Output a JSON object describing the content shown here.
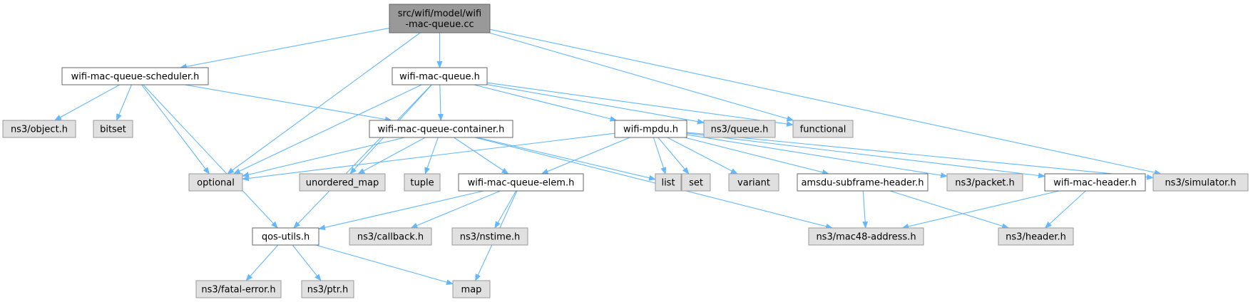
{
  "colors": {
    "edge": "#63b8ff",
    "root_fill": "#999999",
    "root_stroke": "#666666",
    "internal_fill": "#ffffff",
    "internal_stroke": "#666666",
    "external_fill": "#e0e0e0",
    "external_stroke": "#999999"
  },
  "nodes": [
    {
      "id": "root",
      "kind": "root",
      "lines": [
        "src/wifi/model/wifi",
        "-mac-queue.cc"
      ]
    },
    {
      "id": "scheduler",
      "kind": "internal",
      "lines": [
        "wifi-mac-queue-scheduler.h"
      ]
    },
    {
      "id": "queue_h",
      "kind": "internal",
      "lines": [
        "wifi-mac-queue.h"
      ]
    },
    {
      "id": "object",
      "kind": "external",
      "lines": [
        "ns3/object.h"
      ]
    },
    {
      "id": "bitset",
      "kind": "external",
      "lines": [
        "bitset"
      ]
    },
    {
      "id": "container",
      "kind": "internal",
      "lines": [
        "wifi-mac-queue-container.h"
      ]
    },
    {
      "id": "mpdu",
      "kind": "internal",
      "lines": [
        "wifi-mpdu.h"
      ]
    },
    {
      "id": "ns3queue",
      "kind": "external",
      "lines": [
        "ns3/queue.h"
      ]
    },
    {
      "id": "functional",
      "kind": "external",
      "lines": [
        "functional"
      ]
    },
    {
      "id": "optional",
      "kind": "external",
      "lines": [
        "optional"
      ]
    },
    {
      "id": "unordered_map",
      "kind": "external",
      "lines": [
        "unordered_map"
      ]
    },
    {
      "id": "tuple",
      "kind": "external",
      "lines": [
        "tuple"
      ]
    },
    {
      "id": "elem",
      "kind": "internal",
      "lines": [
        "wifi-mac-queue-elem.h"
      ]
    },
    {
      "id": "list",
      "kind": "external",
      "lines": [
        "list"
      ]
    },
    {
      "id": "set",
      "kind": "external",
      "lines": [
        "set"
      ]
    },
    {
      "id": "variant",
      "kind": "external",
      "lines": [
        "variant"
      ]
    },
    {
      "id": "amsdu",
      "kind": "internal",
      "lines": [
        "amsdu-subframe-header.h"
      ]
    },
    {
      "id": "packet",
      "kind": "external",
      "lines": [
        "ns3/packet.h"
      ]
    },
    {
      "id": "macheader",
      "kind": "internal",
      "lines": [
        "wifi-mac-header.h"
      ]
    },
    {
      "id": "simulator",
      "kind": "external",
      "lines": [
        "ns3/simulator.h"
      ]
    },
    {
      "id": "qos",
      "kind": "internal",
      "lines": [
        "qos-utils.h"
      ]
    },
    {
      "id": "callback",
      "kind": "external",
      "lines": [
        "ns3/callback.h"
      ]
    },
    {
      "id": "nstime",
      "kind": "external",
      "lines": [
        "ns3/nstime.h"
      ]
    },
    {
      "id": "mac48",
      "kind": "external",
      "lines": [
        "ns3/mac48-address.h"
      ]
    },
    {
      "id": "header",
      "kind": "external",
      "lines": [
        "ns3/header.h"
      ]
    },
    {
      "id": "fatal",
      "kind": "external",
      "lines": [
        "ns3/fatal-error.h"
      ]
    },
    {
      "id": "ptr",
      "kind": "external",
      "lines": [
        "ns3/ptr.h"
      ]
    },
    {
      "id": "map",
      "kind": "external",
      "lines": [
        "map"
      ]
    }
  ],
  "edges": [
    [
      "root",
      "scheduler"
    ],
    [
      "root",
      "queue_h"
    ],
    [
      "root",
      "optional"
    ],
    [
      "root",
      "functional"
    ],
    [
      "root",
      "simulator"
    ],
    [
      "scheduler",
      "object"
    ],
    [
      "scheduler",
      "bitset"
    ],
    [
      "scheduler",
      "optional"
    ],
    [
      "scheduler",
      "qos"
    ],
    [
      "scheduler",
      "container"
    ],
    [
      "queue_h",
      "container"
    ],
    [
      "queue_h",
      "mpdu"
    ],
    [
      "queue_h",
      "ns3queue"
    ],
    [
      "queue_h",
      "functional"
    ],
    [
      "queue_h",
      "optional"
    ],
    [
      "queue_h",
      "unordered_map"
    ],
    [
      "queue_h",
      "qos"
    ],
    [
      "container",
      "optional"
    ],
    [
      "container",
      "unordered_map"
    ],
    [
      "container",
      "tuple"
    ],
    [
      "container",
      "elem"
    ],
    [
      "container",
      "list"
    ],
    [
      "container",
      "mac48"
    ],
    [
      "mpdu",
      "optional"
    ],
    [
      "mpdu",
      "elem"
    ],
    [
      "mpdu",
      "list"
    ],
    [
      "mpdu",
      "set"
    ],
    [
      "mpdu",
      "variant"
    ],
    [
      "mpdu",
      "amsdu"
    ],
    [
      "mpdu",
      "packet"
    ],
    [
      "mpdu",
      "macheader"
    ],
    [
      "mpdu",
      "simulator"
    ],
    [
      "elem",
      "qos"
    ],
    [
      "elem",
      "callback"
    ],
    [
      "elem",
      "nstime"
    ],
    [
      "elem",
      "map"
    ],
    [
      "amsdu",
      "mac48"
    ],
    [
      "amsdu",
      "header"
    ],
    [
      "macheader",
      "mac48"
    ],
    [
      "macheader",
      "header"
    ],
    [
      "qos",
      "fatal"
    ],
    [
      "qos",
      "ptr"
    ],
    [
      "qos",
      "map"
    ]
  ]
}
